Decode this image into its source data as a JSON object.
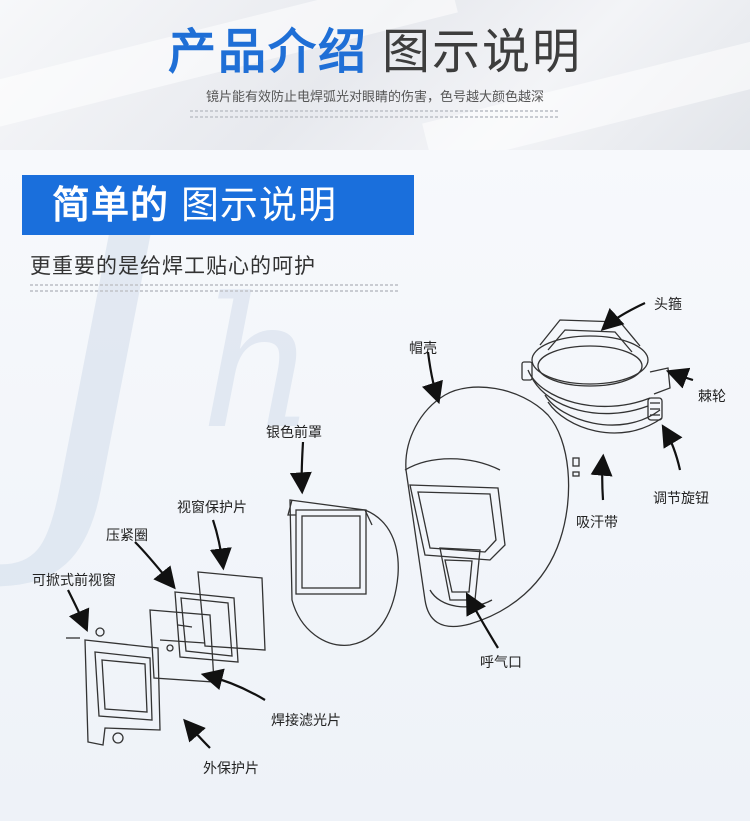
{
  "header": {
    "title_bold": "产品介绍",
    "title_light": "图示说明",
    "subtitle": "镜片能有效防止电焊弧光对眼睛的伤害，色号越大颜色越深"
  },
  "section": {
    "badge_bold": "简单的",
    "badge_light": "图示说明",
    "subtitle": "更重要的是给焊工贴心的呵护"
  },
  "labels": {
    "headband": "头箍",
    "ratchet": "棘轮",
    "adjust_knob": "调节旋钮",
    "sweatband": "吸汗带",
    "shell": "帽壳",
    "silver_cover": "银色前罩",
    "window_protector": "视窗保护片",
    "clamp_ring": "压紧圈",
    "flip_window": "可掀式前视窗",
    "breathing_port": "呼气口",
    "welding_filter": "焊接滤光片",
    "outer_protector": "外保护片"
  },
  "colors": {
    "accent_blue": "#1a6fdc",
    "title_blue": "#1f6fd6",
    "text_dark": "#333333"
  }
}
